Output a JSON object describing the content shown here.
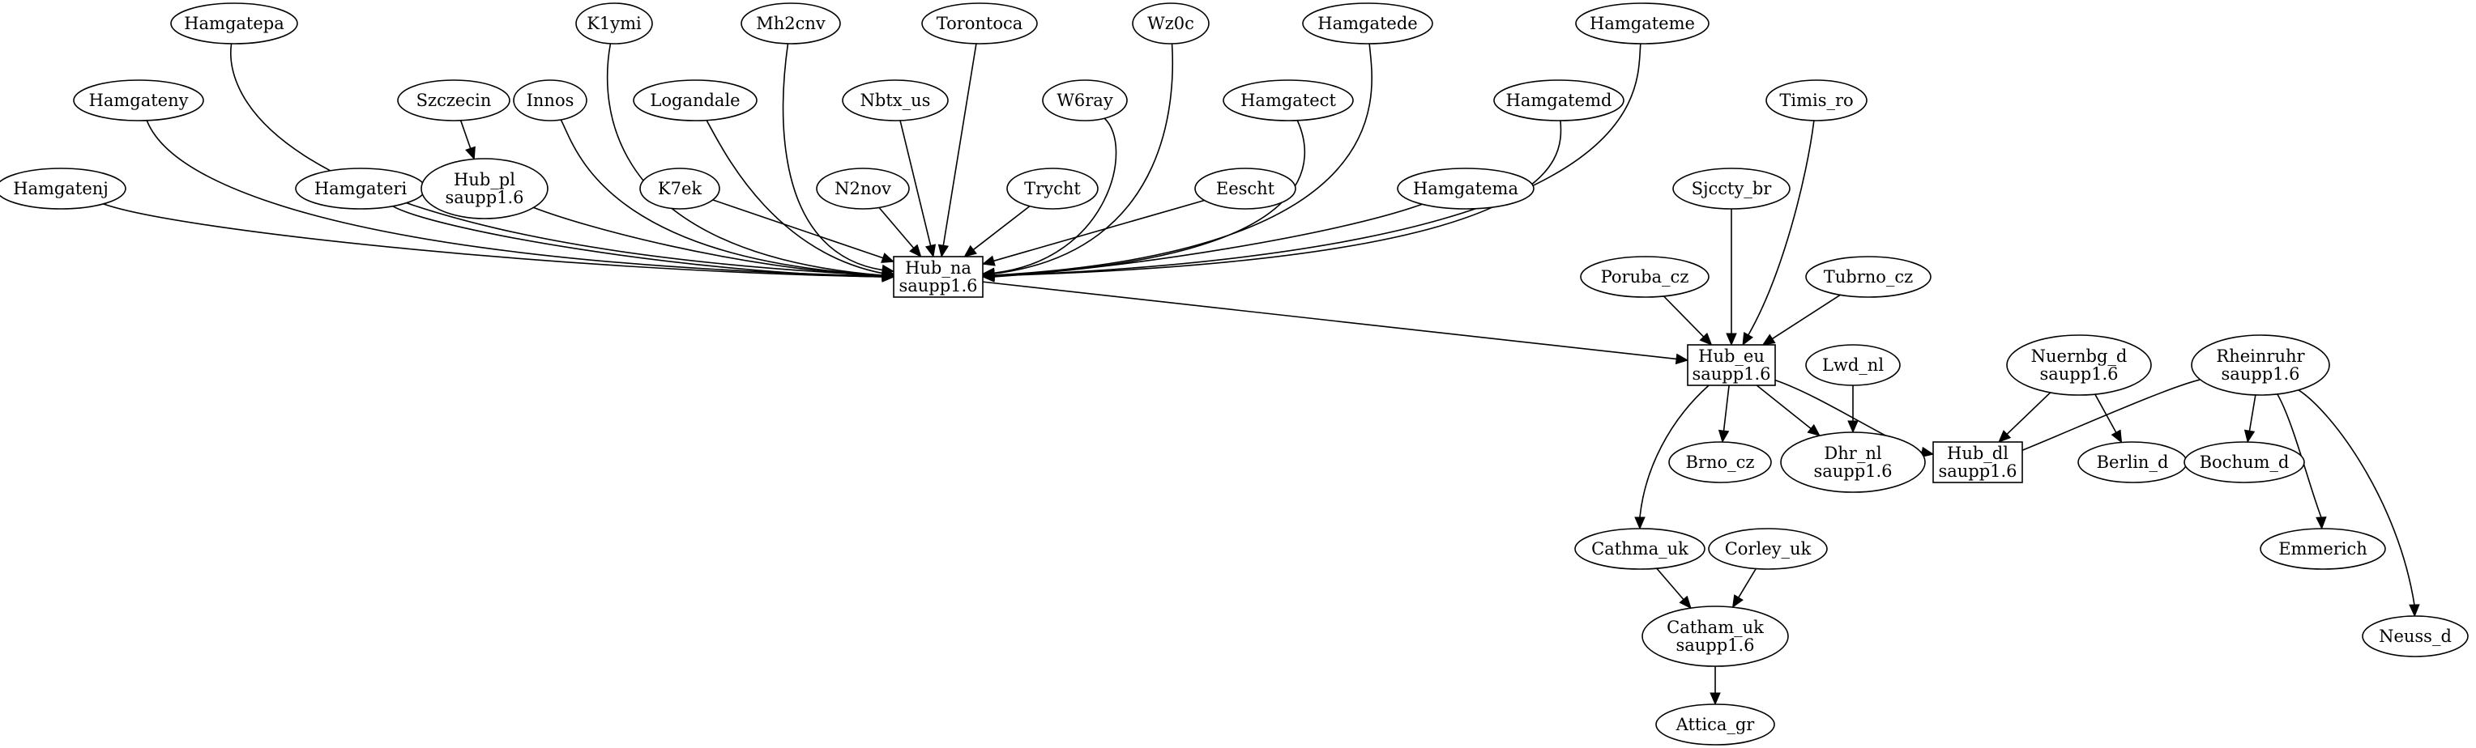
{
  "graph": {
    "nodes": [
      {
        "id": "hamgatepa",
        "shape": "ellipse",
        "lines": [
          "Hamgatepa"
        ]
      },
      {
        "id": "k1ymi",
        "shape": "ellipse",
        "lines": [
          "K1ymi"
        ]
      },
      {
        "id": "mh2cnv",
        "shape": "ellipse",
        "lines": [
          "Mh2cnv"
        ]
      },
      {
        "id": "torontoca",
        "shape": "ellipse",
        "lines": [
          "Torontoca"
        ]
      },
      {
        "id": "wz0c",
        "shape": "ellipse",
        "lines": [
          "Wz0c"
        ]
      },
      {
        "id": "hamgatede",
        "shape": "ellipse",
        "lines": [
          "Hamgatede"
        ]
      },
      {
        "id": "hamgateme",
        "shape": "ellipse",
        "lines": [
          "Hamgateme"
        ]
      },
      {
        "id": "hamgateny",
        "shape": "ellipse",
        "lines": [
          "Hamgateny"
        ]
      },
      {
        "id": "szczecin",
        "shape": "ellipse",
        "lines": [
          "Szczecin"
        ]
      },
      {
        "id": "innos",
        "shape": "ellipse",
        "lines": [
          "Innos"
        ]
      },
      {
        "id": "logandale",
        "shape": "ellipse",
        "lines": [
          "Logandale"
        ]
      },
      {
        "id": "nbtx_us",
        "shape": "ellipse",
        "lines": [
          "Nbtx_us"
        ]
      },
      {
        "id": "w6ray",
        "shape": "ellipse",
        "lines": [
          "W6ray"
        ]
      },
      {
        "id": "hamgatect",
        "shape": "ellipse",
        "lines": [
          "Hamgatect"
        ]
      },
      {
        "id": "hamgatemd",
        "shape": "ellipse",
        "lines": [
          "Hamgatemd"
        ]
      },
      {
        "id": "timis_ro",
        "shape": "ellipse",
        "lines": [
          "Timis_ro"
        ]
      },
      {
        "id": "hamgatenj",
        "shape": "ellipse",
        "lines": [
          "Hamgatenj"
        ]
      },
      {
        "id": "hamgateri",
        "shape": "ellipse",
        "lines": [
          "Hamgateri"
        ]
      },
      {
        "id": "hub_pl",
        "shape": "ellipse",
        "lines": [
          "Hub_pl",
          "saupp1.6"
        ]
      },
      {
        "id": "k7ek",
        "shape": "ellipse",
        "lines": [
          "K7ek"
        ]
      },
      {
        "id": "n2nov",
        "shape": "ellipse",
        "lines": [
          "N2nov"
        ]
      },
      {
        "id": "trycht",
        "shape": "ellipse",
        "lines": [
          "Trycht"
        ]
      },
      {
        "id": "eescht",
        "shape": "ellipse",
        "lines": [
          "Eescht"
        ]
      },
      {
        "id": "hamgatema",
        "shape": "ellipse",
        "lines": [
          "Hamgatema"
        ]
      },
      {
        "id": "sjccty_br",
        "shape": "ellipse",
        "lines": [
          "Sjccty_br"
        ]
      },
      {
        "id": "hub_na",
        "shape": "box",
        "lines": [
          "Hub_na",
          "saupp1.6"
        ]
      },
      {
        "id": "poruba_cz",
        "shape": "ellipse",
        "lines": [
          "Poruba_cz"
        ]
      },
      {
        "id": "tubrno_cz",
        "shape": "ellipse",
        "lines": [
          "Tubrno_cz"
        ]
      },
      {
        "id": "hub_eu",
        "shape": "box",
        "lines": [
          "Hub_eu",
          "saupp1.6"
        ]
      },
      {
        "id": "lwd_nl",
        "shape": "ellipse",
        "lines": [
          "Lwd_nl"
        ]
      },
      {
        "id": "nuernbg_d",
        "shape": "ellipse",
        "lines": [
          "Nuernbg_d",
          "saupp1.6"
        ]
      },
      {
        "id": "rheinruhr",
        "shape": "ellipse",
        "lines": [
          "Rheinruhr",
          "saupp1.6"
        ]
      },
      {
        "id": "brno_cz",
        "shape": "ellipse",
        "lines": [
          "Brno_cz"
        ]
      },
      {
        "id": "dhr_nl",
        "shape": "ellipse",
        "lines": [
          "Dhr_nl",
          "saupp1.6"
        ]
      },
      {
        "id": "hub_dl",
        "shape": "box",
        "lines": [
          "Hub_dl",
          "saupp1.6"
        ]
      },
      {
        "id": "berlin_d",
        "shape": "ellipse",
        "lines": [
          "Berlin_d"
        ]
      },
      {
        "id": "bochum_d",
        "shape": "ellipse",
        "lines": [
          "Bochum_d"
        ]
      },
      {
        "id": "cathma_uk",
        "shape": "ellipse",
        "lines": [
          "Cathma_uk"
        ]
      },
      {
        "id": "corley_uk",
        "shape": "ellipse",
        "lines": [
          "Corley_uk"
        ]
      },
      {
        "id": "emmerich",
        "shape": "ellipse",
        "lines": [
          "Emmerich"
        ]
      },
      {
        "id": "catham_uk",
        "shape": "ellipse",
        "lines": [
          "Catham_uk",
          "saupp1.6"
        ]
      },
      {
        "id": "neuss_d",
        "shape": "ellipse",
        "lines": [
          "Neuss_d"
        ]
      },
      {
        "id": "attica_gr",
        "shape": "ellipse",
        "lines": [
          "Attica_gr"
        ]
      }
    ],
    "edges": [
      {
        "from": "hamgatepa",
        "to": "hub_na"
      },
      {
        "from": "k1ymi",
        "to": "hub_na"
      },
      {
        "from": "mh2cnv",
        "to": "hub_na"
      },
      {
        "from": "torontoca",
        "to": "hub_na"
      },
      {
        "from": "wz0c",
        "to": "hub_na"
      },
      {
        "from": "hamgatede",
        "to": "hub_na"
      },
      {
        "from": "hamgateme",
        "to": "hub_na"
      },
      {
        "from": "hamgateny",
        "to": "hub_na"
      },
      {
        "from": "szczecin",
        "to": "hub_pl"
      },
      {
        "from": "innos",
        "to": "hub_na"
      },
      {
        "from": "logandale",
        "to": "hub_na"
      },
      {
        "from": "nbtx_us",
        "to": "hub_na"
      },
      {
        "from": "w6ray",
        "to": "hub_na"
      },
      {
        "from": "hamgatect",
        "to": "hub_na"
      },
      {
        "from": "hamgatemd",
        "to": "hub_na"
      },
      {
        "from": "hamgatenj",
        "to": "hub_na"
      },
      {
        "from": "hamgateri",
        "to": "hub_na"
      },
      {
        "from": "hub_pl",
        "to": "hub_na"
      },
      {
        "from": "k7ek",
        "to": "hub_na"
      },
      {
        "from": "n2nov",
        "to": "hub_na"
      },
      {
        "from": "trycht",
        "to": "hub_na"
      },
      {
        "from": "eescht",
        "to": "hub_na"
      },
      {
        "from": "hamgatema",
        "to": "hub_na"
      },
      {
        "from": "hub_na",
        "to": "hub_eu"
      },
      {
        "from": "timis_ro",
        "to": "hub_eu"
      },
      {
        "from": "sjccty_br",
        "to": "hub_eu"
      },
      {
        "from": "poruba_cz",
        "to": "hub_eu"
      },
      {
        "from": "tubrno_cz",
        "to": "hub_eu"
      },
      {
        "from": "hub_eu",
        "to": "brno_cz"
      },
      {
        "from": "hub_eu",
        "to": "dhr_nl"
      },
      {
        "from": "lwd_nl",
        "to": "dhr_nl"
      },
      {
        "from": "hub_eu",
        "to": "hub_dl"
      },
      {
        "from": "hub_eu",
        "to": "cathma_uk"
      },
      {
        "from": "nuernbg_d",
        "to": "hub_dl"
      },
      {
        "from": "nuernbg_d",
        "to": "berlin_d"
      },
      {
        "from": "rheinruhr",
        "to": "hub_dl"
      },
      {
        "from": "rheinruhr",
        "to": "bochum_d"
      },
      {
        "from": "rheinruhr",
        "to": "emmerich"
      },
      {
        "from": "rheinruhr",
        "to": "neuss_d"
      },
      {
        "from": "cathma_uk",
        "to": "catham_uk"
      },
      {
        "from": "corley_uk",
        "to": "catham_uk"
      },
      {
        "from": "catham_uk",
        "to": "attica_gr"
      }
    ]
  }
}
